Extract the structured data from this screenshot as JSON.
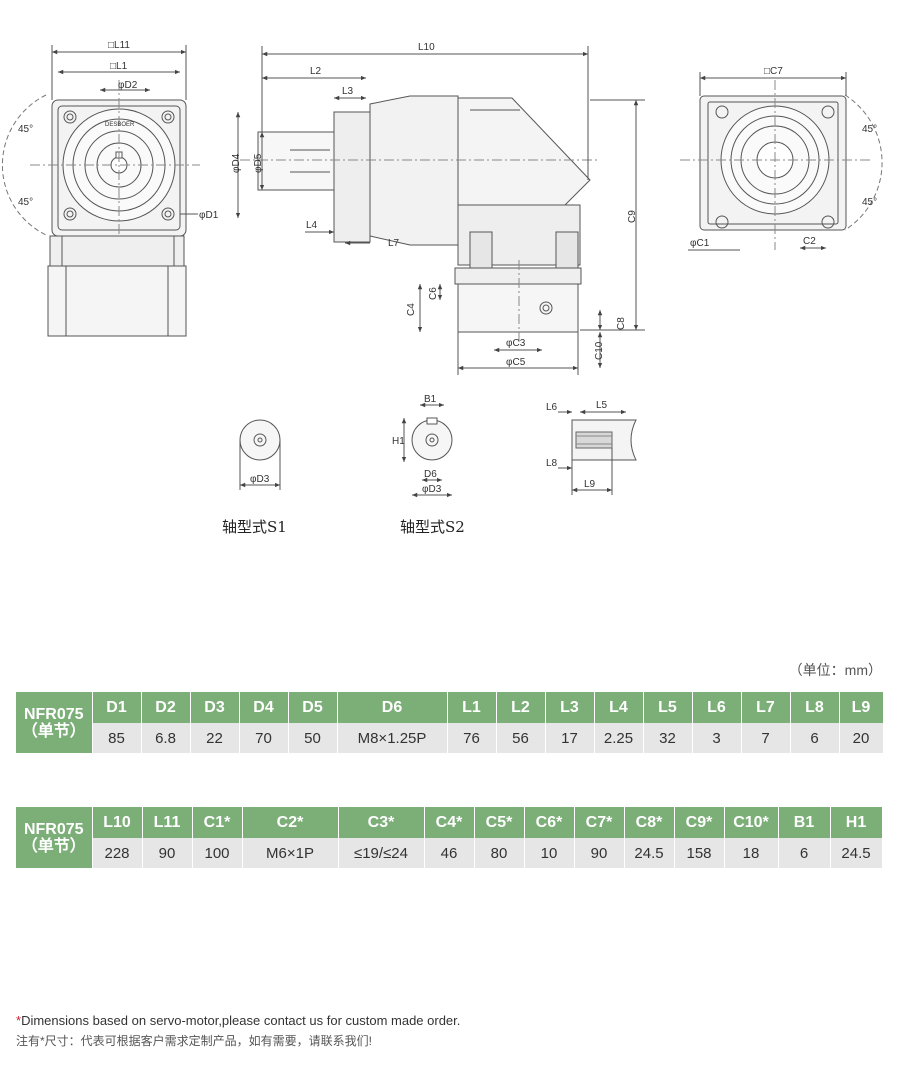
{
  "drawing": {
    "left_labels": {
      "l11": "□L11",
      "l1": "□L1",
      "d2": "φD2",
      "d1": "φD1",
      "angle_top": "45°",
      "angle_bottom": "45°",
      "brand": "DESBOER"
    },
    "side_labels": {
      "l10": "L10",
      "l2": "L2",
      "l3": "L3",
      "l4": "L4",
      "l7": "L7",
      "d4": "φD4",
      "d5": "φD5",
      "c9": "C9",
      "c4": "C4",
      "c6": "C6",
      "c8": "C8",
      "c10": "C10",
      "c3": "φC3",
      "c5": "φC5"
    },
    "right_labels": {
      "c7": "□C7",
      "c1": "φC1",
      "c2": "C2",
      "angle_top": "45°",
      "angle_bottom": "45°"
    },
    "shaft_labels": {
      "d3_s1": "φD3",
      "b1": "B1",
      "h1": "H1",
      "d6": "D6",
      "d3_s2": "φD3",
      "l6": "L6",
      "l5": "L5",
      "l8": "L8",
      "l9": "L9"
    },
    "caption_s1": "轴型式S1",
    "caption_s2": "轴型式S2"
  },
  "unit_note": "（单位：mm）",
  "table1": {
    "model": "NFR075",
    "model_sub": "（单节）",
    "headers": [
      "D1",
      "D2",
      "D3",
      "D4",
      "D5",
      "D6",
      "L1",
      "L2",
      "L3",
      "L4",
      "L5",
      "L6",
      "L7",
      "L8",
      "L9"
    ],
    "values": [
      "85",
      "6.8",
      "22",
      "70",
      "50",
      "M8×1.25P",
      "76",
      "56",
      "17",
      "2.25",
      "32",
      "3",
      "7",
      "6",
      "20"
    ]
  },
  "table2": {
    "model": "NFR075",
    "model_sub": "（单节）",
    "headers": [
      "L10",
      "L11",
      "C1*",
      "C2*",
      "C3*",
      "C4*",
      "C5*",
      "C6*",
      "C7*",
      "C8*",
      "C9*",
      "C10*",
      "B1",
      "H1"
    ],
    "values": [
      "228",
      "90",
      "100",
      "M6×1P",
      "≤19/≤24",
      "46",
      "80",
      "10",
      "90",
      "24.5",
      "158",
      "18",
      "6",
      "24.5"
    ]
  },
  "notes": {
    "star": "*",
    "en": "Dimensions based on servo-motor,please contact us for custom made order.",
    "cn": "注有*尺寸：代表可根据客户需求定制产品，如有需要，请联系我们!"
  }
}
